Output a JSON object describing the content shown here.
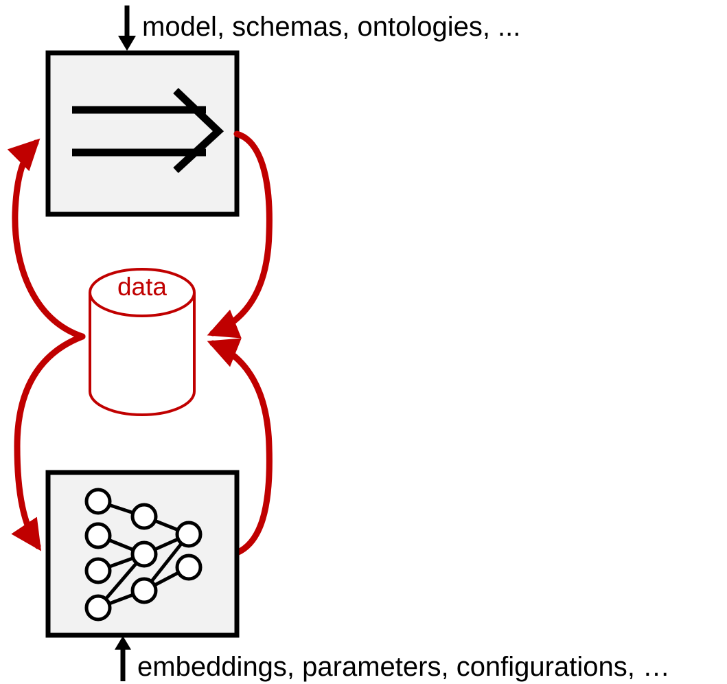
{
  "top_label": "model, schemas, ontologies, ...",
  "bottom_label": "embeddings,  parameters, configurations, …",
  "data_label": "data",
  "colors": {
    "accent": "#c00000",
    "box_fill": "#f2f2f2",
    "stroke": "#000000"
  },
  "icons": {
    "symbolic_box": "implies-arrow-icon",
    "neural_box": "neural-network-icon",
    "data_store": "database-cylinder-icon"
  }
}
